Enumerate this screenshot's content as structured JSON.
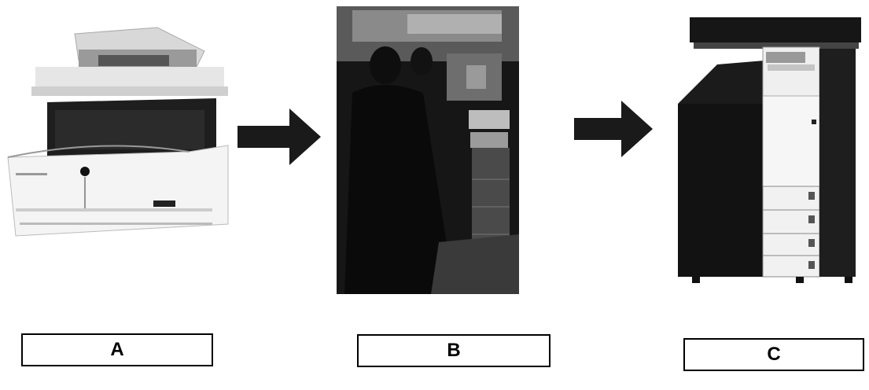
{
  "labels": {
    "a": "A",
    "b": "B",
    "c": "C"
  },
  "colors": {
    "arrow": "#1a1a1a",
    "box_border": "#000000"
  },
  "images": {
    "a": "copier-multifunction-printer",
    "b": "office-people-at-printer-photo",
    "c": "tall-production-printer"
  }
}
